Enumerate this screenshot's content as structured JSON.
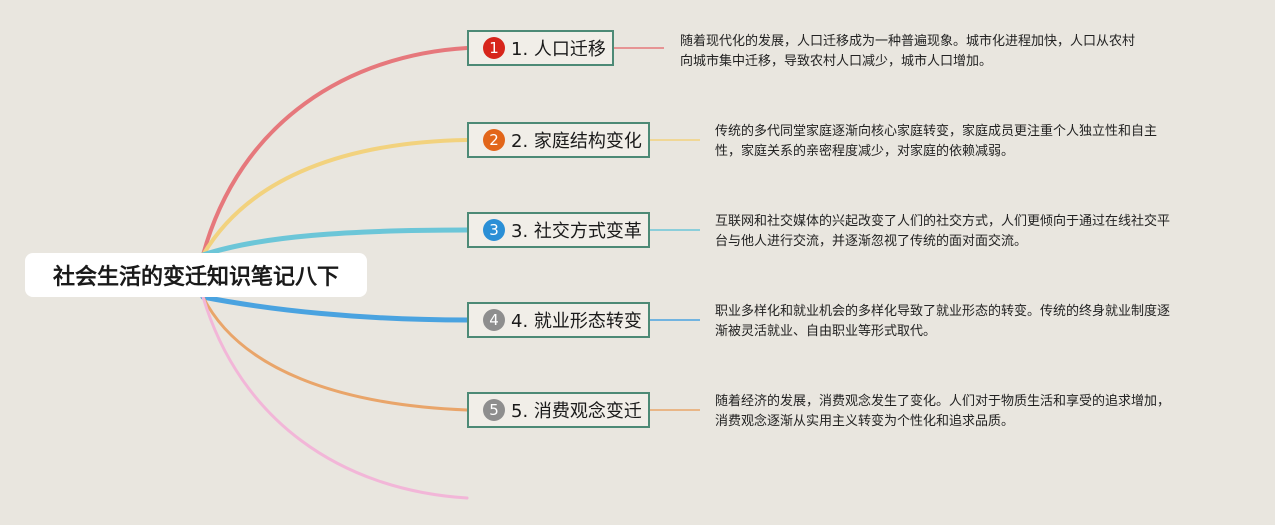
{
  "center": {
    "title": "社会生活的变迁知识笔记八下"
  },
  "branches": [
    {
      "num": "1",
      "label": "1. 人口迁移",
      "badge_color": "#d7251b",
      "line_color": "#e6787c",
      "desc": [
        "随着现代化的发展，人口迁移成为一种普遍现象。城市化进程加快，人口从农村",
        "向城市集中迁移，导致农村人口减少，城市人口增加。"
      ]
    },
    {
      "num": "2",
      "label": "2. 家庭结构变化",
      "badge_color": "#e2661a",
      "line_color": "#f2d27e",
      "desc": [
        "传统的多代同堂家庭逐渐向核心家庭转变，家庭成员更注重个人独立性和自主",
        "性，家庭关系的亲密程度减少，对家庭的依赖减弱。"
      ]
    },
    {
      "num": "3",
      "label": "3. 社交方式变革",
      "badge_color": "#2a8fd6",
      "line_color": "#6cc6d8",
      "desc": [
        "互联网和社交媒体的兴起改变了人们的社交方式，人们更倾向于通过在线社交平",
        "台与他人进行交流，并逐渐忽视了传统的面对面交流。"
      ]
    },
    {
      "num": "4",
      "label": "4. 就业形态转变",
      "badge_color": "#8e8e8e",
      "line_color": "#4aa3e0",
      "desc": [
        "职业多样化和就业机会的多样化导致了就业形态的转变。传统的终身就业制度逐",
        "渐被灵活就业、自由职业等形式取代。"
      ]
    },
    {
      "num": "5",
      "label": "5. 消费观念变迁",
      "badge_color": "#8e8e8e",
      "line_color": "#e9a56a",
      "desc": [
        "随着经济的发展，消费观念发生了变化。人们对于物质生活和享受的追求增加，",
        "消费观念逐渐从实用主义转变为个性化和追求品质。"
      ]
    }
  ],
  "extra_branch_color": "#f2b6d8"
}
